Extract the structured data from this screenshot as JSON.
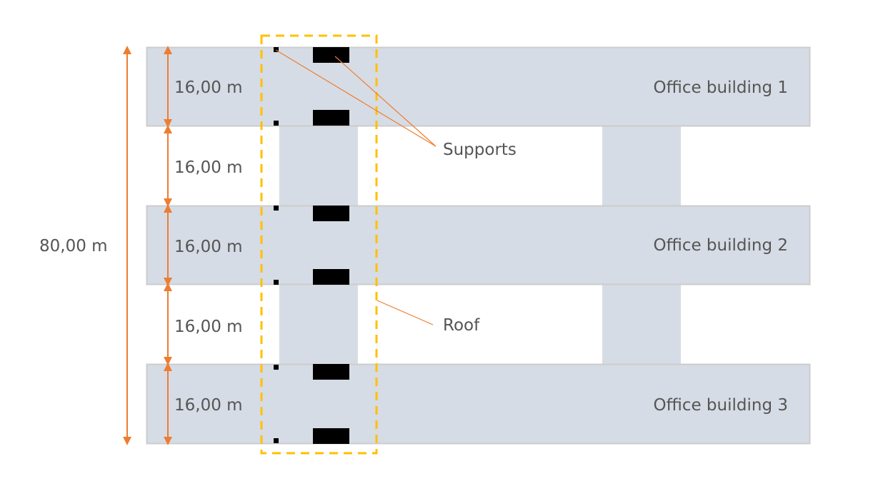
{
  "diagram": {
    "total_height_label": "80,00 m",
    "segment_labels": [
      "16,00 m",
      "16,00 m",
      "16,00 m",
      "16,00 m",
      "16,00 m"
    ],
    "buildings": [
      {
        "name": "Office building 1"
      },
      {
        "name": "Office building 2"
      },
      {
        "name": "Office building 3"
      }
    ],
    "callouts": {
      "supports": "Supports",
      "roof": "Roof"
    },
    "colors": {
      "building_fill": "#d6dce5",
      "building_stroke": "#cccccc",
      "dimension": "#ed7d31",
      "roof_outline": "#ffc000",
      "support": "#000000",
      "text": "#555555"
    }
  }
}
